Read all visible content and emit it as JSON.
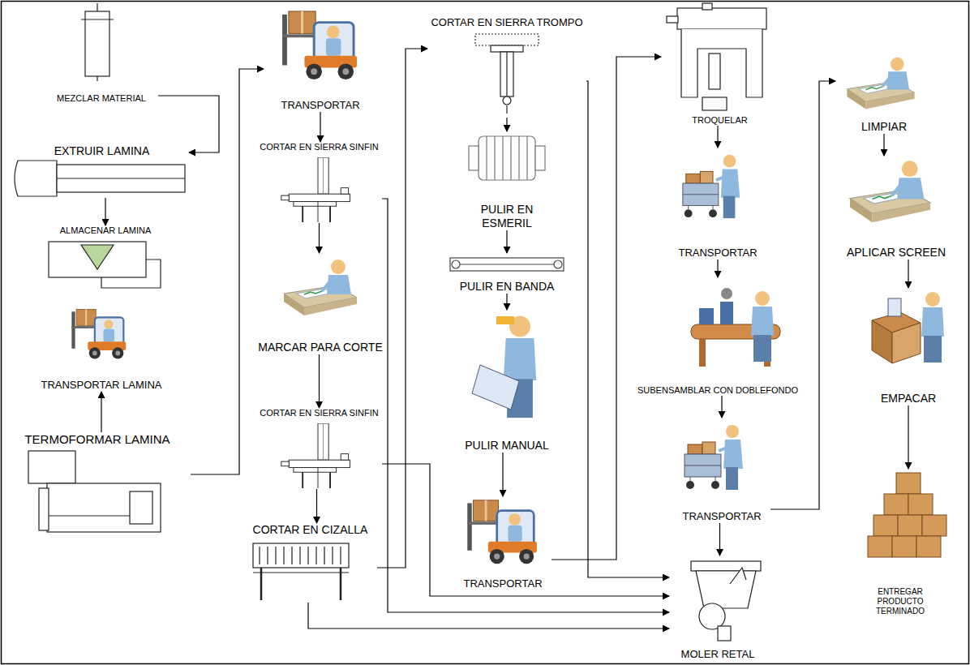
{
  "diagram": {
    "nodes": [
      {
        "text": [
          "MEZCLAR MATERIAL"
        ]
      },
      {
        "text": [
          "EXTRUIR LAMINA"
        ]
      },
      {
        "text": [
          "ALMACENAR LAMINA"
        ]
      },
      {
        "text": [
          "TRANSPORTAR LAMINA"
        ]
      },
      {
        "text": [
          "TERMOFORMAR LAMINA"
        ]
      },
      {
        "text": [
          "TRANSPORTAR"
        ]
      },
      {
        "text": [
          "CORTAR EN SIERRA SINFIN"
        ]
      },
      {
        "text": [
          "MARCAR PARA CORTE"
        ]
      },
      {
        "text": [
          "CORTAR EN SIERRA SINFIN"
        ]
      },
      {
        "text": [
          "CORTAR EN CIZALLA"
        ]
      },
      {
        "text": [
          "CORTAR EN SIERRA TROMPO"
        ]
      },
      {
        "text": [
          "PULIR EN ESMERIL"
        ]
      },
      {
        "text": [
          "PULIR EN BANDA"
        ]
      },
      {
        "text": [
          "PULIR MANUAL"
        ]
      },
      {
        "text": [
          "TRANSPORTAR"
        ]
      },
      {
        "text": [
          "TROQUELAR"
        ]
      },
      {
        "text": [
          "TRANSPORTAR"
        ]
      },
      {
        "text": [
          "SUBENSAMBLAR CON DOBLEFONDO"
        ]
      },
      {
        "text": [
          "TRANSPORTAR"
        ]
      },
      {
        "text": [
          "MOLER RETAL"
        ]
      },
      {
        "text": [
          "LIMPIAR"
        ]
      },
      {
        "text": [
          "APLICAR SCREEN"
        ]
      },
      {
        "text": [
          "EMPACAR"
        ]
      },
      {
        "text": [
          "ENTREGAR PRODUCTO TERMINADO"
        ]
      }
    ],
    "edges": [
      {
        "from": 0,
        "to": 1,
        "arrow": "to"
      },
      {
        "from": 1,
        "to": 2,
        "arrow": "to"
      },
      {
        "from": 4,
        "to": 3,
        "arrow": "to"
      },
      {
        "from": 4,
        "to": 5,
        "arrow": "to"
      },
      {
        "from": 5,
        "to": 6,
        "arrow": "to"
      },
      {
        "from": 6,
        "to": 7,
        "arrow": "to"
      },
      {
        "from": 7,
        "to": 8,
        "arrow": "to"
      },
      {
        "from": 8,
        "to": 9,
        "arrow": "to"
      },
      {
        "from": 6,
        "to": 19,
        "arrow": "to"
      },
      {
        "from": 8,
        "to": 19,
        "arrow": "to"
      },
      {
        "from": 9,
        "to": 19,
        "arrow": "to"
      },
      {
        "from": 9,
        "to": 10,
        "arrow": "to"
      },
      {
        "from": 10,
        "to": 11,
        "arrow": "to"
      },
      {
        "from": 11,
        "to": 12,
        "arrow": "to"
      },
      {
        "from": 12,
        "to": 13,
        "arrow": "to"
      },
      {
        "from": 13,
        "to": 14,
        "arrow": "to"
      },
      {
        "from": 10,
        "to": 19,
        "arrow": "to"
      },
      {
        "from": 14,
        "to": 15,
        "arrow": "to"
      },
      {
        "from": 15,
        "to": 16,
        "arrow": "to"
      },
      {
        "from": 16,
        "to": 17,
        "arrow": "to"
      },
      {
        "from": 17,
        "to": 18,
        "arrow": "to"
      },
      {
        "from": 18,
        "to": 19,
        "arrow": "to"
      },
      {
        "from": 18,
        "to": 20,
        "arrow": "to"
      },
      {
        "from": 20,
        "to": 21,
        "arrow": "to"
      },
      {
        "from": 21,
        "to": 22,
        "arrow": "to"
      },
      {
        "from": 22,
        "to": 23,
        "arrow": "to"
      }
    ]
  }
}
